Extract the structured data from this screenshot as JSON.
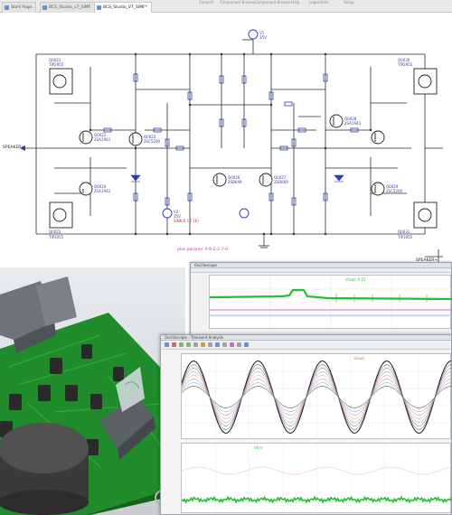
{
  "window": {
    "tabs": [
      {
        "label": "Start Page"
      },
      {
        "label": "BCS_Studio_v7_SIMF"
      },
      {
        "label": "BCS_Studio_V7_SIMF*"
      }
    ],
    "menu": [
      "Connect",
      "Component Browse",
      "Component Browse",
      "Help",
      "Legislation",
      "Setup"
    ]
  },
  "schematic": {
    "input_label": "SPEAKER+",
    "output_label": "SPEAKER+",
    "output_sub": "SPEAKER-",
    "annotation": "plus params: 4-8-2-2-7-0",
    "transistors": [
      {
        "ref": "Q0021",
        "part": "TIP2955",
        "side": "left-top"
      },
      {
        "ref": "Q0022",
        "part": "2SA1943",
        "side": "left-mid"
      },
      {
        "ref": "Q0023",
        "part": "2SC5200",
        "side": "left-mid2"
      },
      {
        "ref": "Q0024",
        "part": "2SA1943",
        "side": "left-low"
      },
      {
        "ref": "Q0025",
        "part": "TIP3055",
        "side": "left-bottom"
      },
      {
        "ref": "Q0026",
        "part": "2SB649",
        "side": "center-left"
      },
      {
        "ref": "Q0027",
        "part": "2SD669",
        "side": "center-right"
      },
      {
        "ref": "Q0028",
        "part": "2SA1943",
        "side": "right-mid"
      },
      {
        "ref": "Q0029",
        "part": "2SC5200",
        "side": "right-low"
      },
      {
        "ref": "Q0030",
        "part": "TIP2955",
        "side": "right-top"
      },
      {
        "ref": "Q0031",
        "part": "TIP3055",
        "side": "right-bottom"
      }
    ],
    "sources": [
      {
        "ref": "V1",
        "value": "35V"
      },
      {
        "ref": "V2",
        "value": "35V"
      }
    ],
    "source_text": "SINE(0 1V 1K)"
  },
  "scope_small": {
    "title": "Oscilloscope",
    "legend": "V(out) 0.1V"
  },
  "scope_large": {
    "title": "Oscilloscope - Transient Analysis",
    "top_legend": "V(out)",
    "bottom_legend": "V(in)"
  },
  "colors": {
    "wire": "#2a2a2a",
    "component": "#2b3bb0",
    "wave_green": "#22c02e",
    "wave_magenta": "#d86ad8",
    "wave_black": "#1a1a1a",
    "pcb_green": "#1f8b2a"
  }
}
